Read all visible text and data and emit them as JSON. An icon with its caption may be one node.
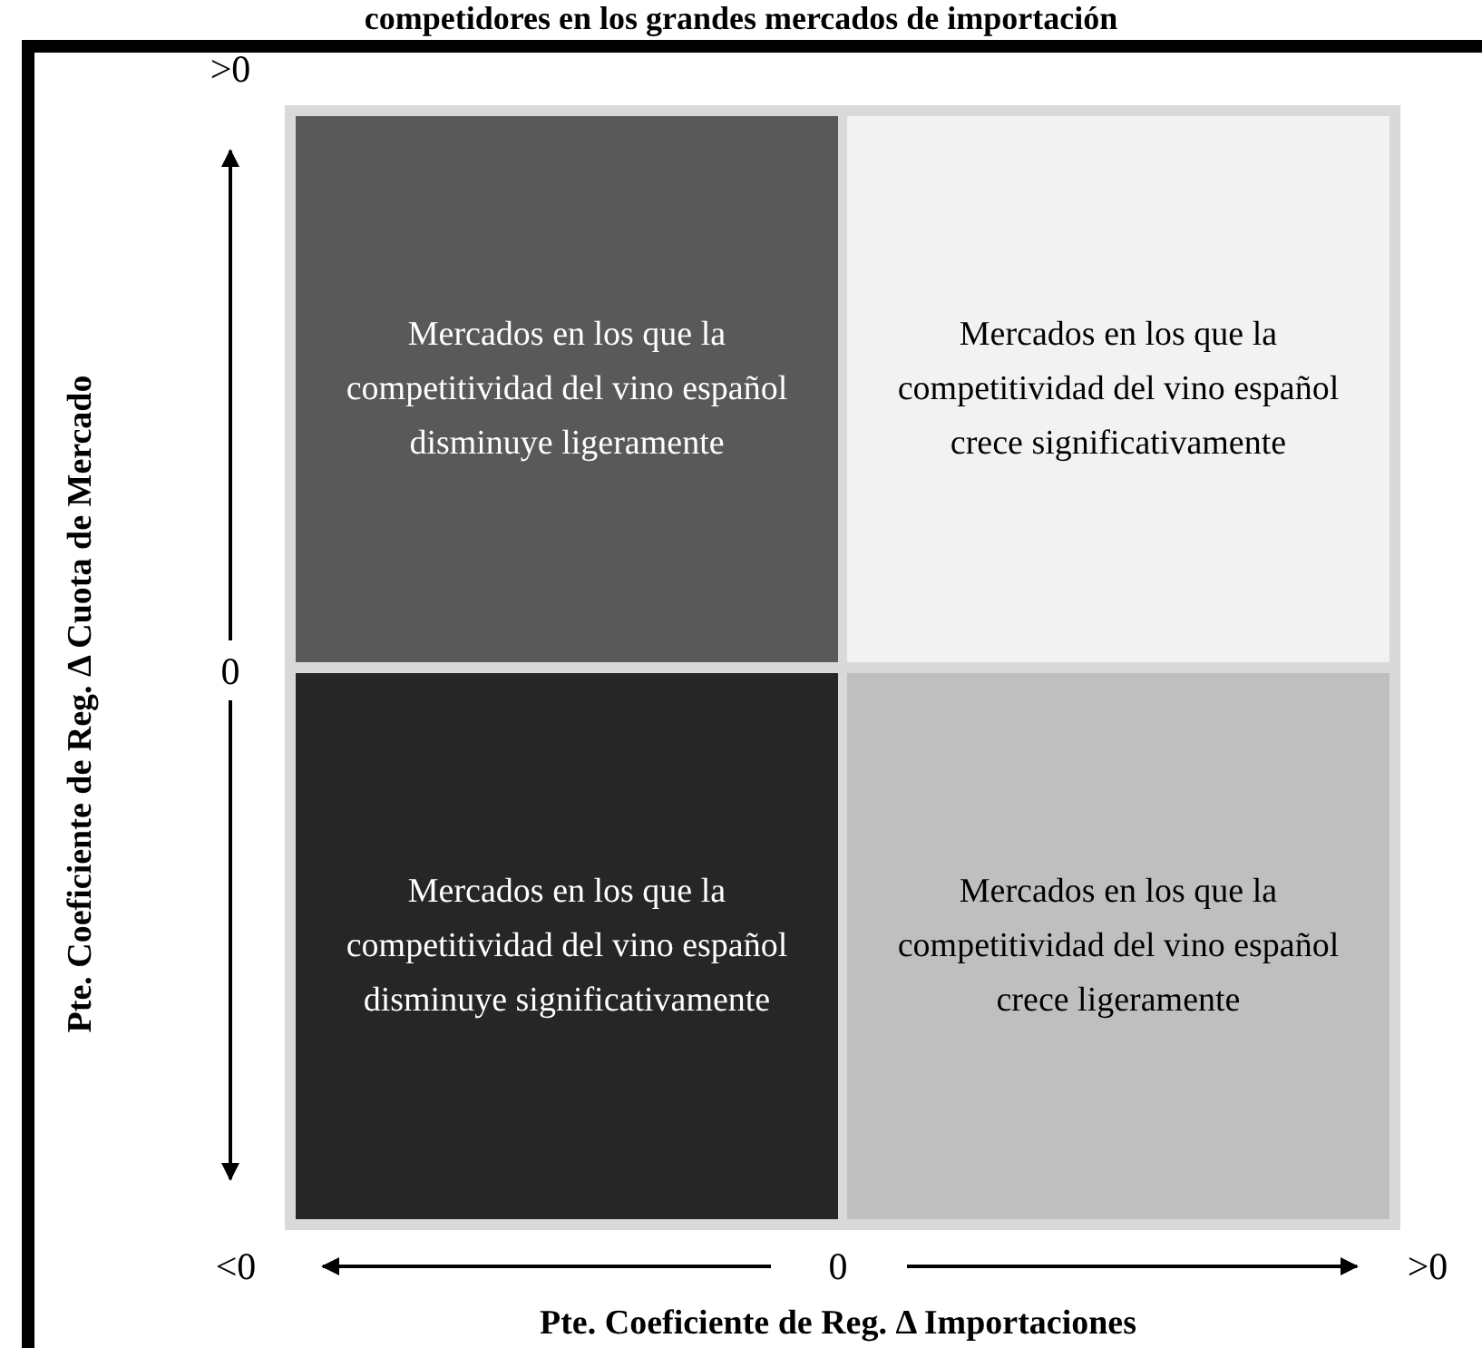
{
  "diagram": {
    "title": "competidores en los grandes mercados de importación",
    "nodes": [
      {
        "text": [
          "Mercados en los que la competitividad del vino español disminuye ligeramente"
        ]
      },
      {
        "text": [
          "Mercados en los que la competitividad del vino español crece significativamente"
        ]
      },
      {
        "text": [
          "Mercados en los que la competitividad del vino español disminuye significativamente"
        ]
      },
      {
        "text": [
          "Mercados en los que la competitividad del vino español crece ligeramente"
        ]
      }
    ],
    "edges": [],
    "labels": [
      ">0",
      "0",
      "<0",
      "0",
      ">0",
      "Pte. Coeficiente de Reg.  Δ Cuota de Mercado",
      "Pte. Coeficiente de Reg. Δ Importaciones"
    ]
  }
}
